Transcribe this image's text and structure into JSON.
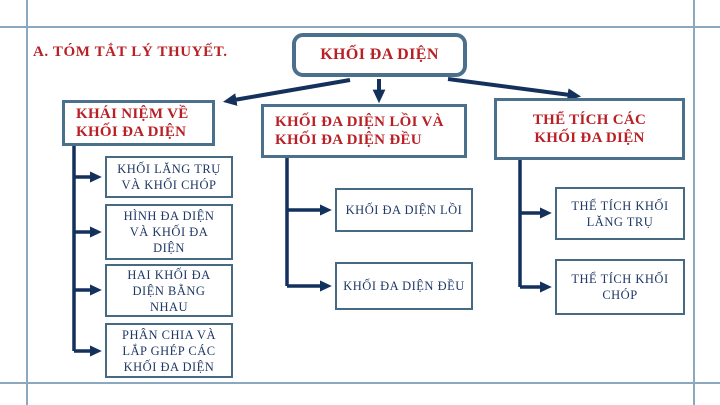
{
  "colors": {
    "accent_red": "#b92025",
    "navy_text": "#1f3864",
    "arrow_navy": "#14315e",
    "box_border": "#4a708c",
    "frame_line": "#8aa8bf"
  },
  "page": {
    "section_title": "A. TÓM TẮT LÝ THUYẾT."
  },
  "diagram": {
    "root": {
      "label": "KHỐI ĐA DIỆN"
    },
    "branches": [
      {
        "label": "KHÁI NIỆM VỀ\nKHỐI ĐA DIỆN",
        "children": [
          {
            "label": "KHỐI LĂNG TRỤ\nVÀ KHỐI CHÓP"
          },
          {
            "label": "HÌNH ĐA DIỆN\nVÀ KHỐI ĐA\nDIỆN"
          },
          {
            "label": "HAI KHỐI ĐA\nDIỆN BẰNG\nNHAU"
          },
          {
            "label": "PHÂN CHIA VÀ\nLẮP GHÉP CÁC\nKHỐI ĐA DIỆN"
          }
        ]
      },
      {
        "label": "KHỐI ĐA DIỆN LỒI VÀ\nKHỐI ĐA DIỆN ĐỀU",
        "children": [
          {
            "label": "KHỐI ĐA DIỆN LỒI"
          },
          {
            "label": "KHỐI ĐA DIỆN ĐỀU"
          }
        ]
      },
      {
        "label": "THỂ TÍCH CÁC\nKHỐI ĐA DIỆN",
        "children": [
          {
            "label": "THỂ TÍCH KHỐI\nLĂNG TRỤ"
          },
          {
            "label": "THỂ TÍCH KHỐI\nCHÓP"
          }
        ]
      }
    ]
  }
}
